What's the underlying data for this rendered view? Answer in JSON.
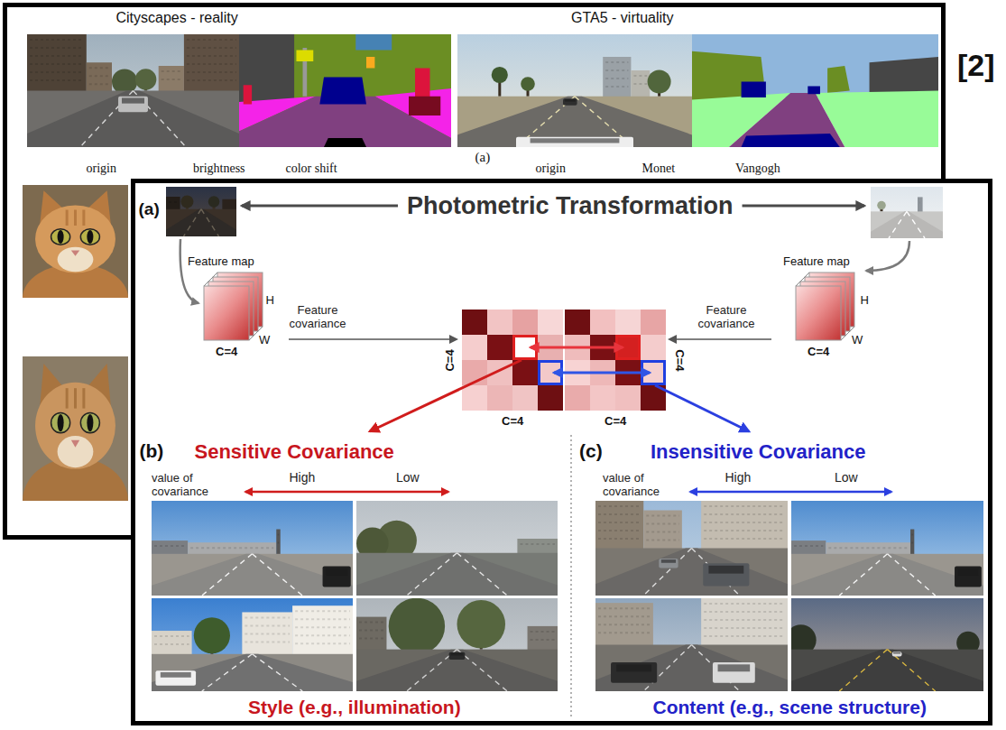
{
  "diagram": {
    "nodes": [
      {
        "text": [
          "Cityscapes - reality",
          "GTA5 - virtuality",
          "(a)",
          "origin",
          "brightness",
          "color shift",
          "origin",
          "Monet",
          "Vangogh"
        ]
      },
      {
        "text": [
          "(a)",
          "Photometric Transformation"
        ]
      },
      {
        "text": [
          "Feature map",
          "C=4",
          "H",
          "W"
        ],
        "in": 1
      },
      {
        "text": [
          "C=4",
          "C=4"
        ],
        "in": 1
      },
      {
        "text": [
          "C=4",
          "C=4"
        ],
        "in": 1
      },
      {
        "text": [
          "Feature map",
          "C=4",
          "H",
          "W"
        ],
        "in": 1
      },
      {
        "text": [
          "(b)",
          "Sensitive Covariance",
          "value of covariance",
          "High",
          "Low",
          "Style (e.g., illumination)"
        ],
        "in": 1
      },
      {
        "text": [
          "(c)",
          "Insensitive Covariance",
          "value of covariance",
          "High",
          "Low",
          "Content (e.g., scene structure)"
        ],
        "in": 1
      }
    ],
    "edges": [
      {
        "from": 2,
        "to": 3,
        "label": "Feature covariance",
        "arrow": "to"
      },
      {
        "from": 5,
        "to": 4,
        "label": "Feature covariance",
        "arrow": "to"
      },
      {
        "from": 3,
        "to": 4,
        "arrow": "both"
      },
      {
        "from": 3,
        "to": 4,
        "arrow": "both"
      },
      {
        "from": 3,
        "to": 6,
        "arrow": "to"
      },
      {
        "from": 4,
        "to": 7,
        "arrow": "to"
      }
    ],
    "labels": [
      "[2]"
    ]
  }
}
